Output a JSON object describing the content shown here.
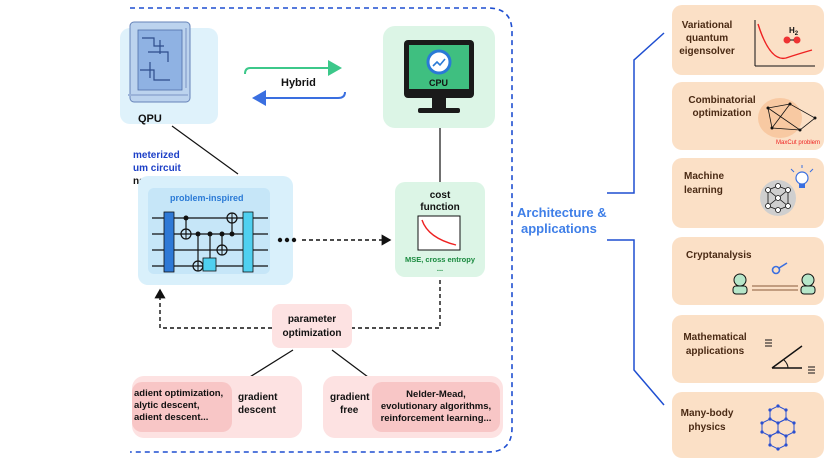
{
  "left": {
    "qpu_label": "QPU",
    "hybrid_label": "Hybrid",
    "cpu_label": "CPU",
    "circuit_text": [
      "meterized",
      "um circuit",
      "nsatz"
    ],
    "problem_inspired_label": "problem-inspired",
    "cost_function_lines": [
      "cost",
      "function"
    ],
    "cost_sub_lines": [
      "MSE, cross entropy",
      "..."
    ],
    "param_opt_lines": [
      "parameter",
      "optimization"
    ],
    "gradient_examples": [
      "adient optimization,",
      "alytic descent,",
      "adient descent..."
    ],
    "gradient_descent_lines": [
      "gradient",
      "descent"
    ],
    "gradient_free_lines": [
      "gradient",
      "free"
    ],
    "free_examples": [
      "Nelder-Mead,",
      "evolutionary algorithms,",
      "reinforcement learning..."
    ]
  },
  "center": {
    "arch_lines": [
      "Architecture &",
      "applications"
    ]
  },
  "applications": [
    {
      "lines": [
        "Variational",
        "quantum",
        "eigensolver"
      ]
    },
    {
      "lines": [
        "Combinatorial",
        "optimization"
      ],
      "caption": "MaxCut problem"
    },
    {
      "lines": [
        "Machine",
        "learning"
      ]
    },
    {
      "lines": [
        "Cryptanalysis"
      ]
    },
    {
      "lines": [
        "Mathematical",
        "applications"
      ]
    },
    {
      "lines": [
        "Many-body",
        "physics"
      ]
    }
  ],
  "vqe_formula": {
    "base": "H",
    "sub": "2"
  },
  "colors": {
    "frame": "#1f4fd1",
    "app_bg": "#fbe0c6",
    "app_text": "#4a2a14",
    "arch_text": "#3f7fe8",
    "qpu_bg": "#dff2fb",
    "cpu_bg": "#dcf5e6",
    "pink_bg": "#fde2e2",
    "pink_inner": "#f8c6c6"
  }
}
